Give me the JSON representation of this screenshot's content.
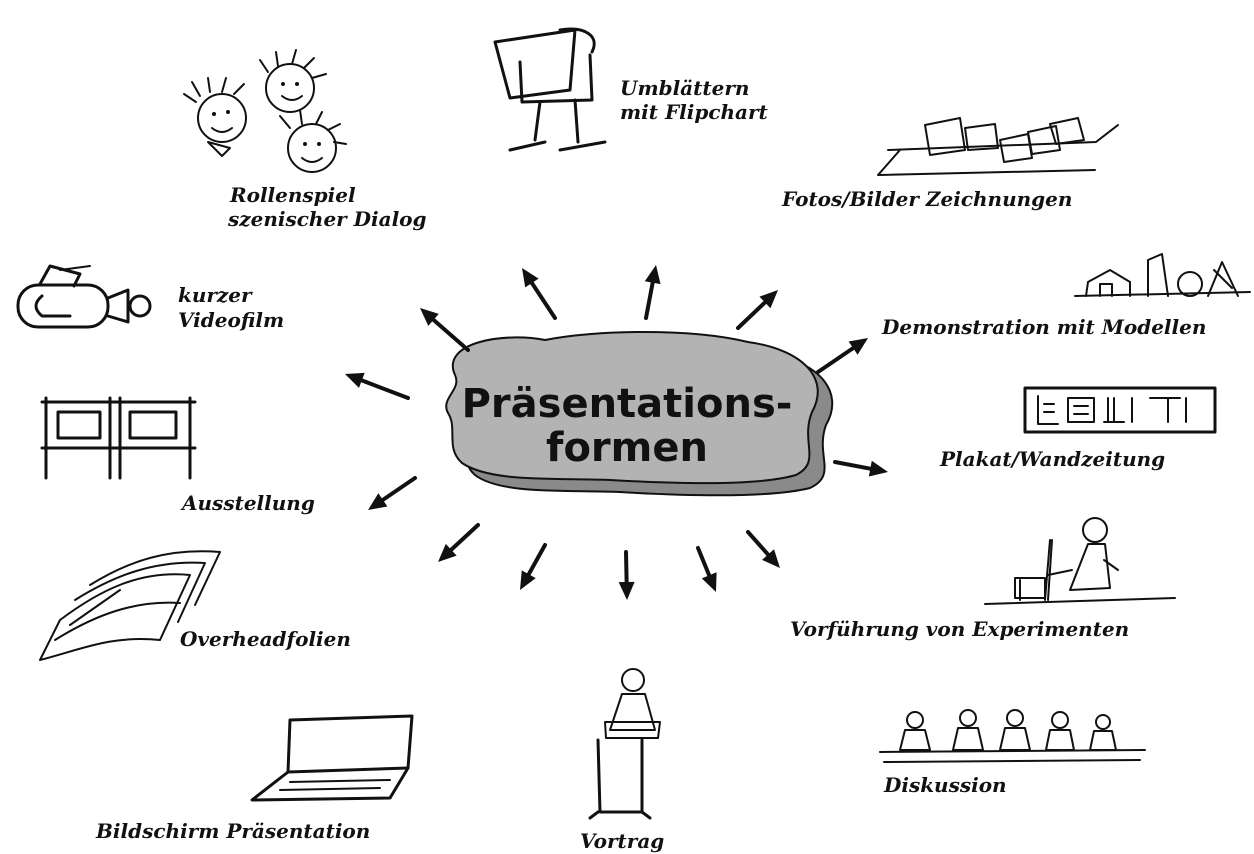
{
  "center": {
    "line1": "Präsentations-",
    "line2": "formen",
    "fill_color": "#b3b3b3"
  },
  "forms": [
    {
      "id": "rollenspiel",
      "line1": "Rollenspiel",
      "line2": "szenischer Dialog",
      "icon": "role-play-faces-icon"
    },
    {
      "id": "flipchart",
      "line1": "Umblättern",
      "line2": "mit Flipchart",
      "icon": "flipchart-icon"
    },
    {
      "id": "fotos",
      "line1": "Fotos/Bilder Zeichnungen",
      "icon": "photos-icon"
    },
    {
      "id": "video",
      "line1": "kurzer",
      "line2": "Videofilm",
      "icon": "video-camera-icon"
    },
    {
      "id": "modelle",
      "line1": "Demonstration mit Modellen",
      "icon": "models-icon"
    },
    {
      "id": "ausstellung",
      "line1": "Ausstellung",
      "icon": "exhibition-boards-icon"
    },
    {
      "id": "plakat",
      "line1": "Plakat/Wandzeitung",
      "icon": "poster-icon"
    },
    {
      "id": "overhead",
      "line1": "Overheadfolien",
      "icon": "transparencies-icon"
    },
    {
      "id": "experimente",
      "line1": "Vorführung von Experimenten",
      "icon": "experiment-icon"
    },
    {
      "id": "bildschirm",
      "line1": "Bildschirm Präsentation",
      "icon": "laptop-icon"
    },
    {
      "id": "vortrag",
      "line1": "Vortrag",
      "icon": "lectern-speaker-icon"
    },
    {
      "id": "diskussion",
      "line1": "Diskussion",
      "icon": "discussion-panel-icon"
    }
  ]
}
